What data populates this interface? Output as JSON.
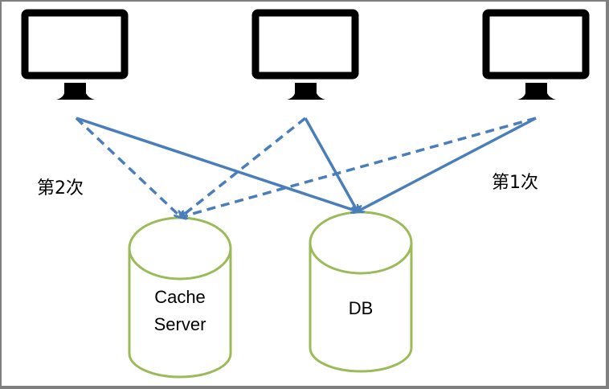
{
  "diagram": {
    "title": "",
    "colors": {
      "arrow": "#4a7ebb",
      "cylinder_stroke": "#9bbb59",
      "monitor": "#000000",
      "border": "#7f7f7f"
    },
    "clients": [
      {
        "id": "client-left",
        "icon": "monitor-icon"
      },
      {
        "id": "client-middle",
        "icon": "monitor-icon"
      },
      {
        "id": "client-right",
        "icon": "monitor-icon"
      }
    ],
    "stores": {
      "cache": {
        "label_line1": "Cache",
        "label_line2": "Server",
        "icon": "database-cylinder-icon"
      },
      "db": {
        "label": "DB",
        "icon": "database-cylinder-icon"
      }
    },
    "labels": {
      "second_request": "第2次",
      "first_request": "第1次"
    },
    "edges": [
      {
        "from": "client-left",
        "to": "db",
        "style": "solid",
        "meaning": "第1次"
      },
      {
        "from": "client-middle",
        "to": "db",
        "style": "solid",
        "meaning": "第1次"
      },
      {
        "from": "client-right",
        "to": "db",
        "style": "solid",
        "meaning": "第1次"
      },
      {
        "from": "client-left",
        "to": "cache",
        "style": "dashed",
        "meaning": "第2次"
      },
      {
        "from": "client-middle",
        "to": "cache",
        "style": "dashed",
        "meaning": "第2次"
      },
      {
        "from": "client-right",
        "to": "cache",
        "style": "dashed",
        "meaning": "第2次"
      }
    ]
  }
}
